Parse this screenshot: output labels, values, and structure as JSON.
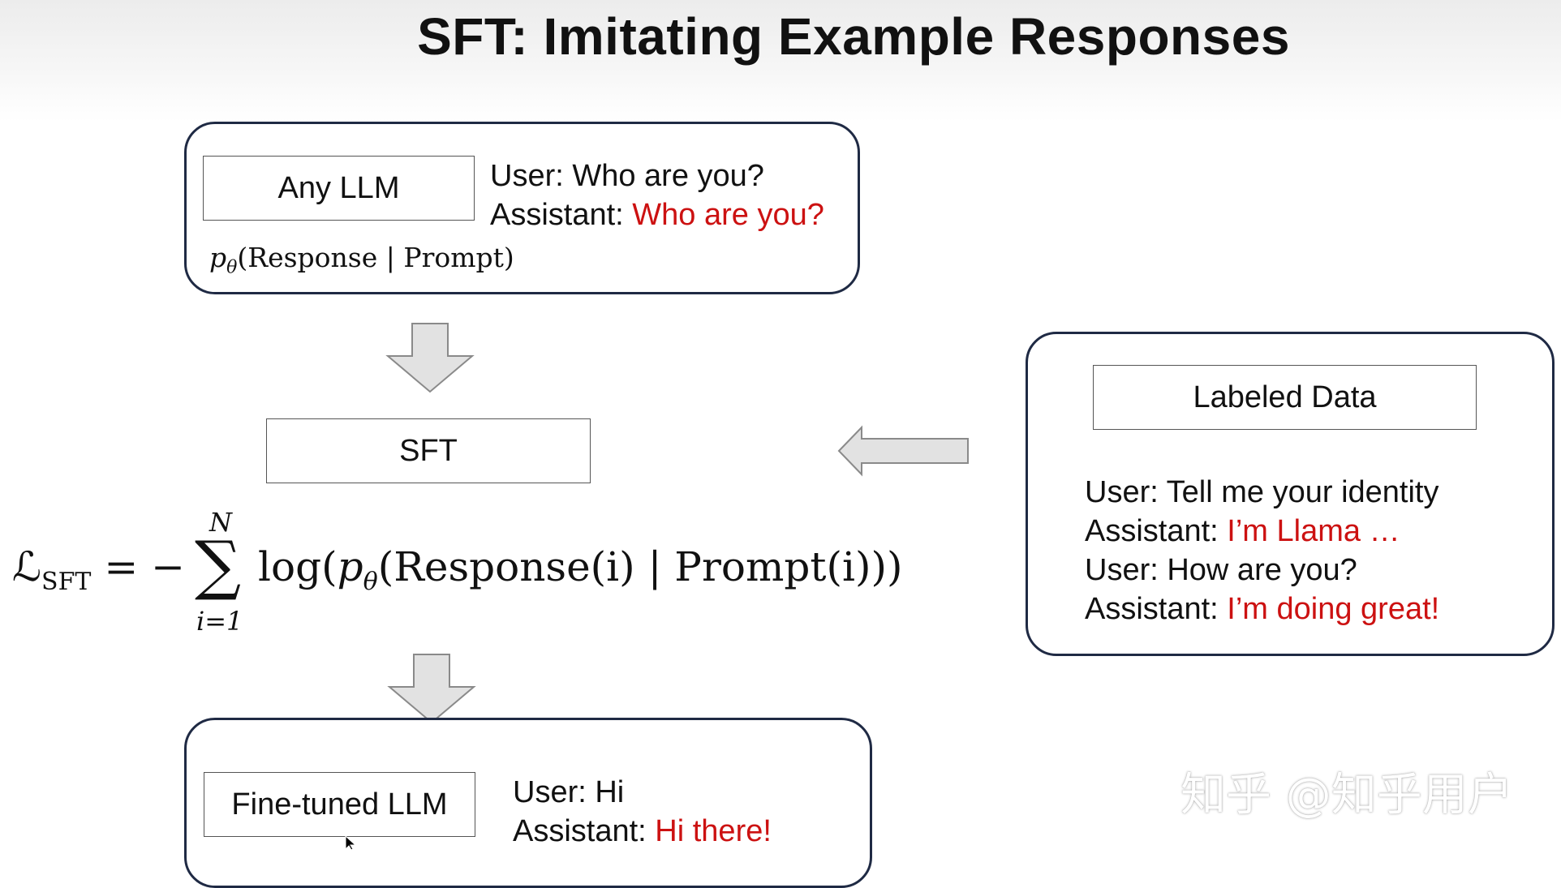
{
  "title": "SFT: Imitating Example Responses",
  "top_panel": {
    "model_label": "Any LLM",
    "user_prefix": "User:",
    "user_text": "Who are you?",
    "assistant_prefix": "Assistant:",
    "assistant_text": "Who are you?",
    "dist_p": "p",
    "dist_theta": "θ",
    "dist_body": "(Response | Prompt)"
  },
  "sft_label": "SFT",
  "formula": {
    "lhs": "ℒ",
    "lhs_sub": "SFT",
    "equals": "= −",
    "sum_symbol": "∑",
    "upper_limit": "N",
    "lower_limit": "i=1",
    "body_log": "log",
    "body_p": "p",
    "body_theta": "θ",
    "body_rest": "(Response(i) | Prompt(i)))"
  },
  "labeled_data": {
    "label": "Labeled Data",
    "lines": [
      {
        "prefix": "User:",
        "text": "Tell me your identity",
        "highlight": false
      },
      {
        "prefix": "Assistant:",
        "text": "I’m Llama …",
        "highlight": true
      },
      {
        "prefix": "User:",
        "text": "How are you?",
        "highlight": false
      },
      {
        "prefix": "Assistant:",
        "text": "I’m doing great!",
        "highlight": true
      }
    ]
  },
  "bottom_panel": {
    "model_label": "Fine-tuned LLM",
    "user_prefix": "User:",
    "user_text": "Hi",
    "assistant_prefix": "Assistant:",
    "assistant_text": "Hi there!"
  },
  "watermark": "知乎 @知乎用户",
  "colors": {
    "accent_red": "#cc1111",
    "panel_border": "#1f2a44",
    "arrow_fill": "#e2e2e2",
    "arrow_stroke": "#8a8a8a"
  }
}
